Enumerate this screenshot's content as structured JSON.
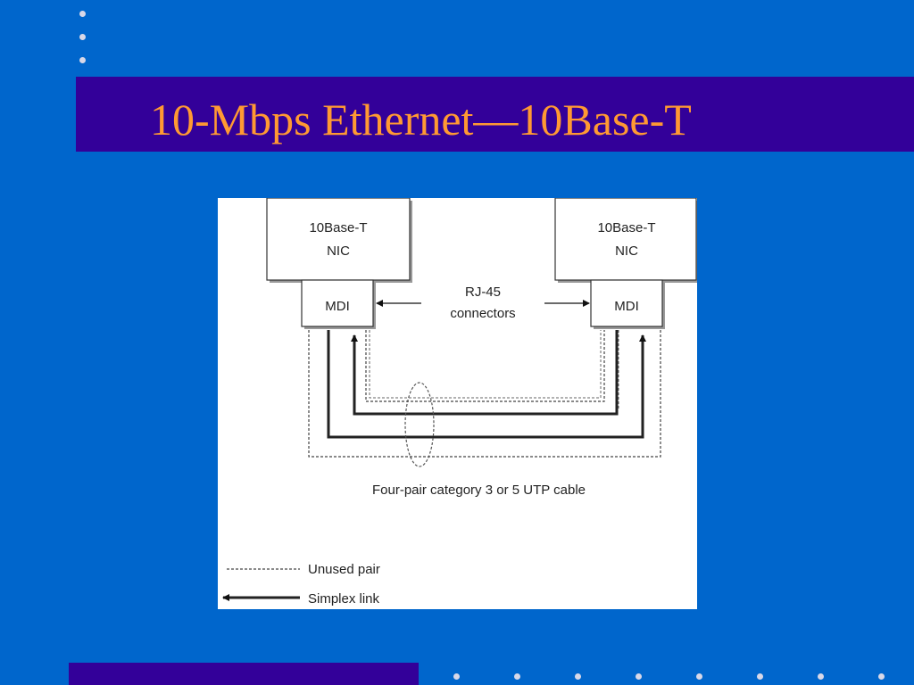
{
  "slide": {
    "title": "10-Mbps Ethernet—10Base-T",
    "colors": {
      "background": "#0066cc",
      "title_band": "#330099",
      "title_text": "#ff9933",
      "dots": "#d8d8e8"
    }
  },
  "diagram": {
    "left_nic": {
      "line1": "10Base-T",
      "line2": "NIC",
      "port": "MDI"
    },
    "right_nic": {
      "line1": "10Base-T",
      "line2": "NIC",
      "port": "MDI"
    },
    "connector_label": {
      "line1": "RJ-45",
      "line2": "connectors"
    },
    "cable_label": "Four-pair category 3 or 5 UTP cable",
    "legend": {
      "unused_pair": "Unused pair",
      "simplex_link": "Simplex link"
    }
  }
}
